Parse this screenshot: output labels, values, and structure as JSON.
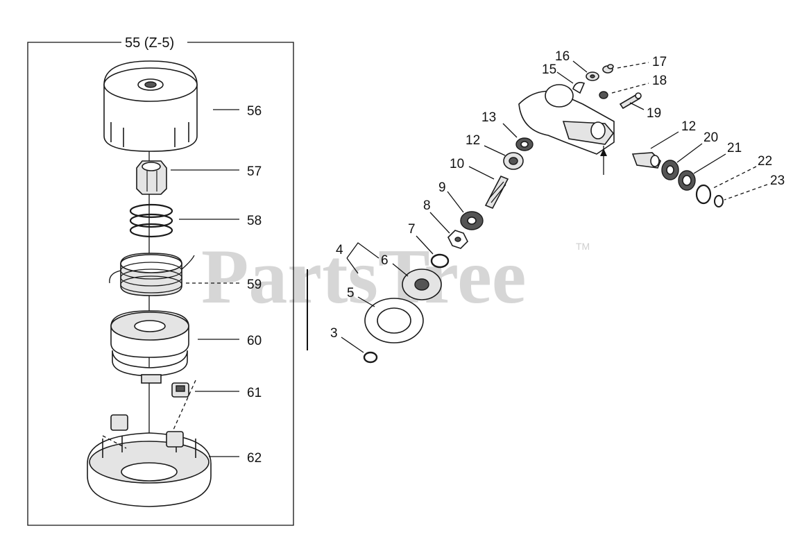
{
  "watermark": {
    "text": "PartsTree",
    "tm": "TM"
  },
  "head_assembly": {
    "title": "55 (Z-5)",
    "parts": [
      {
        "ref": "56"
      },
      {
        "ref": "57"
      },
      {
        "ref": "58"
      },
      {
        "ref": "59"
      },
      {
        "ref": "60"
      },
      {
        "ref": "61"
      },
      {
        "ref": "62"
      }
    ]
  },
  "gear_case": {
    "parts": [
      {
        "ref": "3"
      },
      {
        "ref": "4"
      },
      {
        "ref": "5"
      },
      {
        "ref": "6"
      },
      {
        "ref": "7"
      },
      {
        "ref": "8"
      },
      {
        "ref": "9"
      },
      {
        "ref": "10"
      },
      {
        "ref": "12"
      },
      {
        "ref": "13"
      },
      {
        "ref": "15"
      },
      {
        "ref": "16"
      },
      {
        "ref": "17"
      },
      {
        "ref": "18"
      },
      {
        "ref": "19"
      },
      {
        "ref": "12"
      },
      {
        "ref": "20"
      },
      {
        "ref": "21"
      },
      {
        "ref": "22"
      },
      {
        "ref": "23"
      }
    ]
  }
}
